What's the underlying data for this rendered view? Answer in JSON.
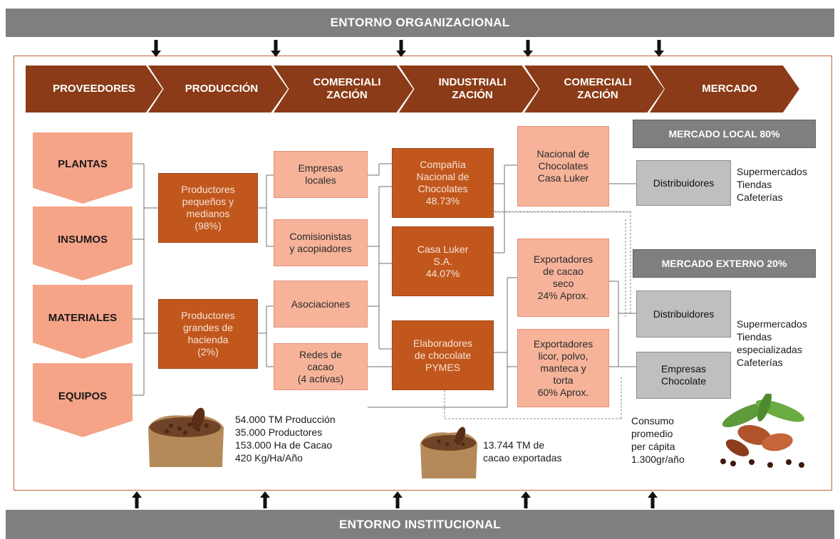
{
  "bands": {
    "top": "ENTORNO ORGANIZACIONAL",
    "bottom": "ENTORNO INSTITUCIONAL"
  },
  "stages": [
    "PROVEEDORES",
    "PRODUCCIÓN",
    "COMERCIALI\nZACIÓN",
    "INDUSTRIALI\nZACIÓN",
    "COMERCIALI\nZACIÓN",
    "MERCADO"
  ],
  "inputs": [
    "PLANTAS",
    "INSUMOS",
    "MATERIALES",
    "EQUIPOS"
  ],
  "producers": {
    "small": "Productores\npequeños y\nmedianos\n(98%)",
    "large": "Productores\ngrandes de\nhacienda\n(2%)"
  },
  "commerce": {
    "local": "Empresas\nlocales",
    "brokers": "Comisionistas\ny acopiadores",
    "associations": "Asociaciones",
    "networks": "Redes de\ncacao\n(4 activas)"
  },
  "industry": {
    "cnch": "Compañía\nNacional de\nChocolates\n48.73%",
    "luker": "Casa Luker\nS.A.\n44.07%",
    "pymes": "Elaboradores\nde chocolate\nPYMES"
  },
  "commerce2": {
    "national": "Nacional de\nChocolates\nCasa Luker",
    "dry": "Exportadores\nde cacao\nseco\n24% Aprox.",
    "liquor": "Exportadores\nlicor, polvo,\nmanteca y\ntorta\n60% Aprox."
  },
  "market": {
    "local_title": "MERCADO LOCAL 80%",
    "external_title": "MERCADO EXTERNO 20%",
    "local_distributors": "Distribuidores",
    "local_outlets": "Supermercados\nTiendas\nCafeterías",
    "ext_distributors": "Distribuidores",
    "ext_companies": "Empresas\nChocolate",
    "ext_outlets": "Supermercados\nTiendas\nespecializadas\nCafeterías"
  },
  "stats": {
    "production": "54.000 TM Producción\n35.000 Productores\n153.000 Ha de Cacao\n420 Kg/Ha/Año",
    "exports": "13.744 TM de\ncacao exportadas",
    "consumption": "Consumo\npromedio\nper cápita\n1.300gr/año"
  },
  "colors": {
    "chevron": "#8b3b17",
    "dark_box": "#c1571d",
    "light_box": "#f6b39a",
    "input_box": "#f5a488",
    "gray": "#bfbfbf",
    "band": "#7f7f7f"
  },
  "icons": [
    "arrow-down-icon",
    "arrow-up-icon",
    "cocoa-sack-image",
    "cocoa-pods-image"
  ]
}
